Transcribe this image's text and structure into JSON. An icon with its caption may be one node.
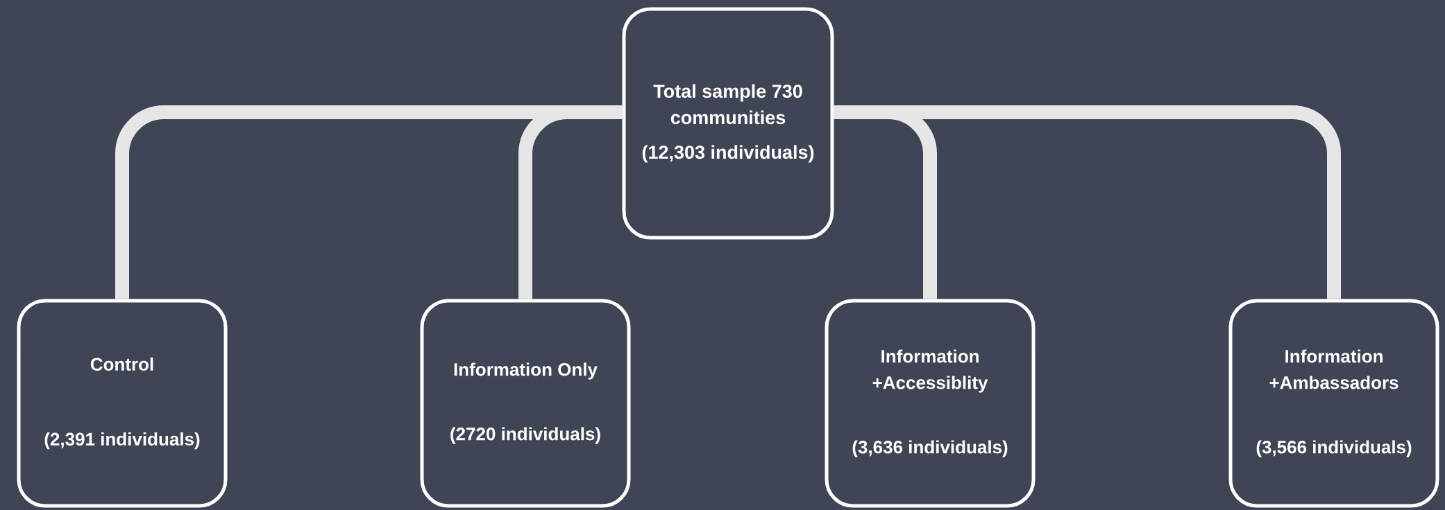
{
  "diagram": {
    "nodes": [
      {
        "text": [
          "Total sample 730 communities",
          "(12,303 individuals)"
        ]
      },
      {
        "text": [
          "Control",
          "(2,391 individuals)"
        ]
      },
      {
        "text": [
          "Information Only",
          "(2720 individuals)"
        ]
      },
      {
        "text": [
          "Information +Accessiblity",
          "(3,636 individuals)"
        ]
      },
      {
        "text": [
          "Information +Ambassadors",
          "(3,566 individuals)"
        ]
      }
    ],
    "edges": [
      {
        "from": 0,
        "to": 1,
        "arrow": "none"
      },
      {
        "from": 0,
        "to": 2,
        "arrow": "none"
      },
      {
        "from": 0,
        "to": 3,
        "arrow": "none"
      },
      {
        "from": 0,
        "to": 4,
        "arrow": "none"
      }
    ]
  }
}
